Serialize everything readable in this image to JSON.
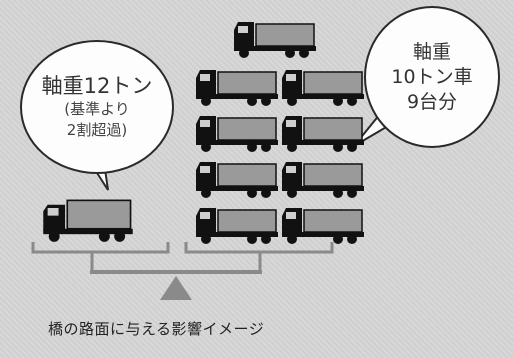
{
  "left_bubble": {
    "line1": "軸重12トン",
    "line2": "(基準より",
    "line3": "2割超過)"
  },
  "right_bubble": {
    "line1": "軸重",
    "line2": "10トン車",
    "line3": "9台分"
  },
  "caption": "橋の路面に与える影響イメージ",
  "colors": {
    "truck_body": "#111111",
    "truck_cargo": "#9a9a9a",
    "bubble_fill": "#fdfdfd",
    "scale_line": "#888888",
    "background": "#d6d6d6"
  },
  "icons": [
    "truck-icon",
    "fulcrum-icon"
  ]
}
